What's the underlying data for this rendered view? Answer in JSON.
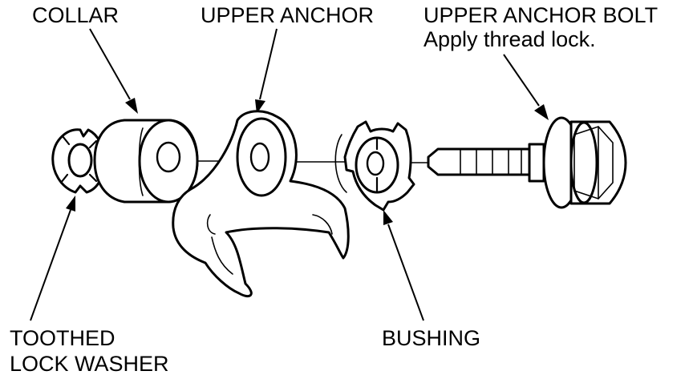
{
  "labels": {
    "collar": "COLLAR",
    "upper_anchor": "UPPER ANCHOR",
    "upper_anchor_bolt": "UPPER ANCHOR BOLT",
    "bolt_note": "Apply thread lock.",
    "toothed_lock_washer_line1": "TOOTHED",
    "toothed_lock_washer_line2": "LOCK WASHER",
    "bushing": "BUSHING"
  },
  "colors": {
    "ink": "#000000",
    "background": "#ffffff"
  }
}
